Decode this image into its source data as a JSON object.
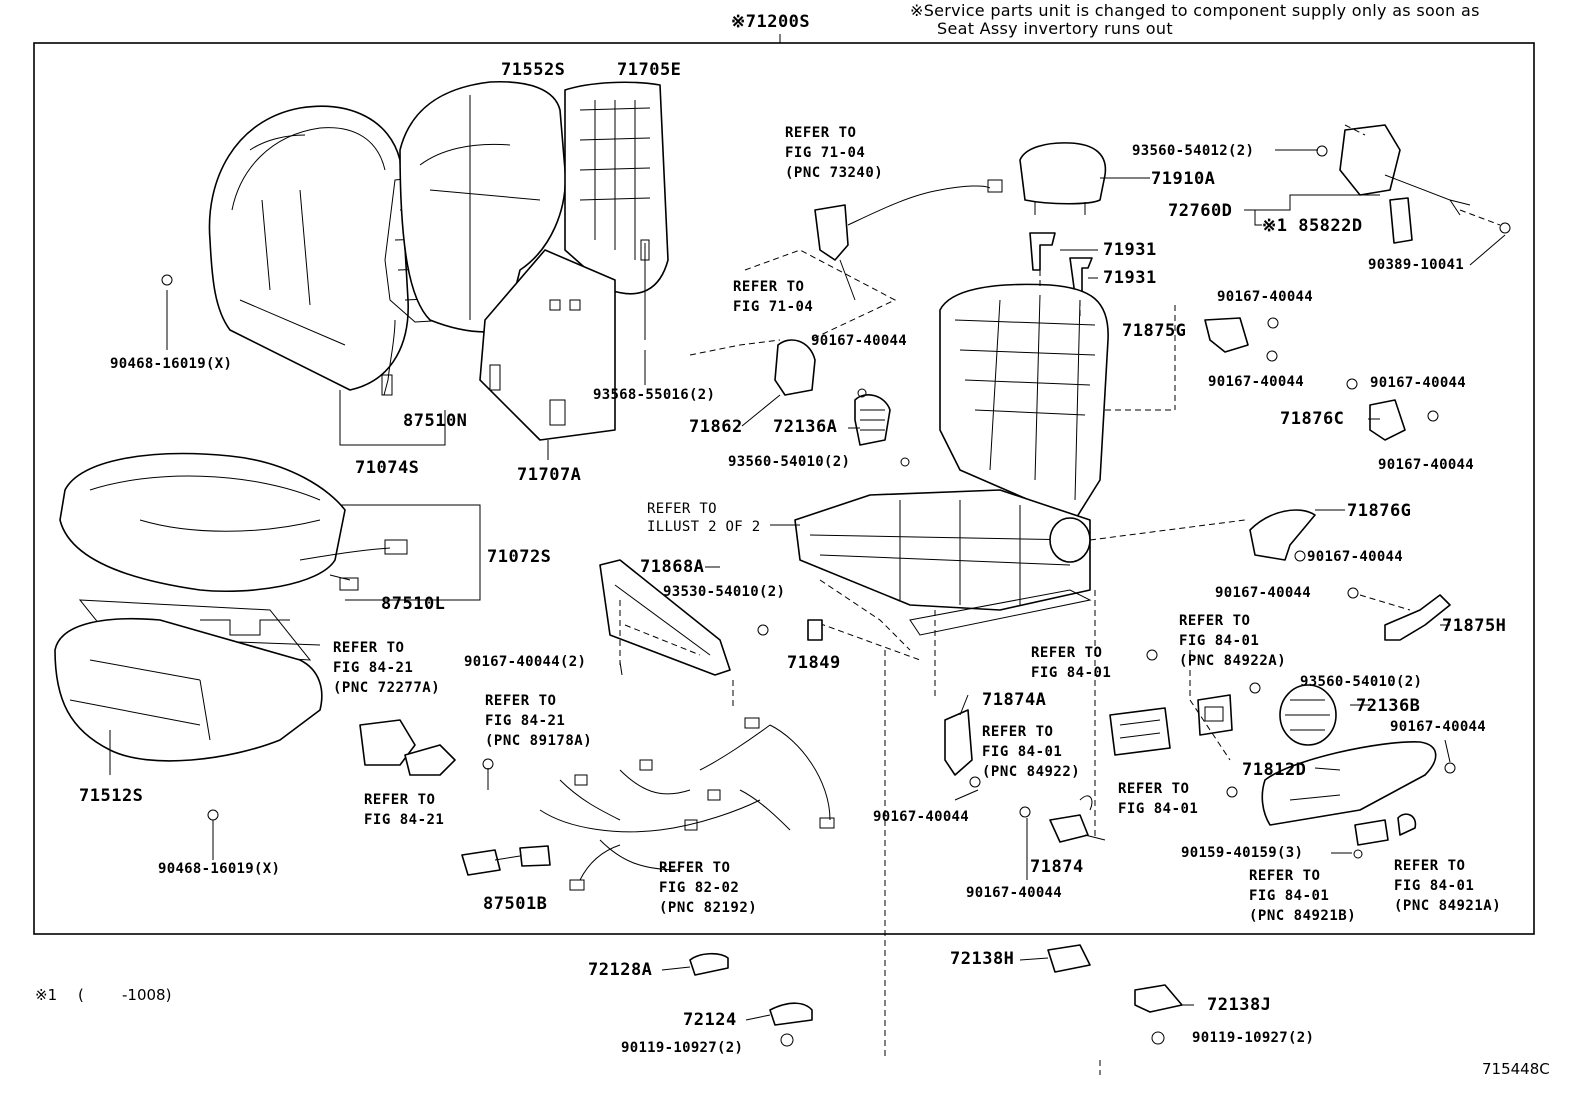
{
  "notice": {
    "line1": "※Service parts unit is changed to component supply only as soon as",
    "line2": "Seat Assy invertory runs out"
  },
  "assembly": "※71200S",
  "footnote": {
    "mark": "※1",
    "open": "(",
    "range": "-1008)"
  },
  "illustration_id": "715448C",
  "parts": {
    "p71552S": "71552S",
    "p71705E": "71705E",
    "p87510N": "87510N",
    "p71074S": "71074S",
    "p71707A": "71707A",
    "p90468a": "90468-16019(X)",
    "p90468b": "90468-16019(X)",
    "p93568": "93568-55016(2)",
    "p71072S": "71072S",
    "p87510L": "87510L",
    "p71512S": "71512S",
    "p71910A": "71910A",
    "p71931a": "71931",
    "p71931b": "71931",
    "p93560_12": "93560-54012(2)",
    "p72760D": "72760D",
    "p85822D": "※1 85822D",
    "p90389": "90389-10041",
    "p90167_a": "90167-40044",
    "p71875G": "71875G",
    "p90167_b": "90167-40044",
    "p90167_c": "90167-40044",
    "p71876C": "71876C",
    "p90167_d": "90167-40044",
    "p90167_e": "90167-40044",
    "p71862": "71862",
    "p72136A": "72136A",
    "p93560_10a": "93560-54010(2)",
    "p71876G": "71876G",
    "p90167_f": "90167-40044",
    "p71868A": "71868A",
    "p93530": "93530-54010(2)",
    "p90167_g": "90167-40044",
    "p71875H": "71875H",
    "p90167_2": "90167-40044(2)",
    "p71849": "71849",
    "p93560_10b": "93560-54010(2)",
    "p72136B": "72136B",
    "p71874A": "71874A",
    "p90167_h": "90167-40044",
    "p71812D": "71812D",
    "p90167_i": "90167-40044",
    "p90167_j": "90167-40044",
    "p71874": "71874",
    "p90159": "90159-40159(3)",
    "p87501B": "87501B",
    "p72128A": "72128A",
    "p72138H": "72138H",
    "p72124": "72124",
    "p72138J": "72138J",
    "p90119a": "90119-10927(2)",
    "p90119b": "90119-10927(2)"
  },
  "refs": {
    "r_fig7104_pnc": {
      "l1": "REFER TO",
      "l2": "FIG 71-04",
      "l3": "(PNC 73240)"
    },
    "r_fig7104": {
      "l1": "REFER TO",
      "l2": "FIG 71-04"
    },
    "r_illust": {
      "l1": "REFER TO",
      "l2": "ILLUST 2 OF 2"
    },
    "r_8421_72277": {
      "l1": "REFER TO",
      "l2": "FIG 84-21",
      "l3": "(PNC 72277A)"
    },
    "r_8421_89178": {
      "l1": "REFER TO",
      "l2": "FIG 84-21",
      "l3": "(PNC 89178A)"
    },
    "r_8421": {
      "l1": "REFER TO",
      "l2": "FIG 84-21"
    },
    "r_8202": {
      "l1": "REFER TO",
      "l2": "FIG 82-02",
      "l3": "(PNC 82192)"
    },
    "r_8401_84922A": {
      "l1": "REFER TO",
      "l2": "FIG 84-01",
      "l3": "(PNC 84922A)"
    },
    "r_8401_a": {
      "l1": "REFER TO",
      "l2": "FIG 84-01"
    },
    "r_8401_84922": {
      "l1": "REFER TO",
      "l2": "FIG 84-01",
      "l3": "(PNC 84922)"
    },
    "r_8401_b": {
      "l1": "REFER TO",
      "l2": "FIG 84-01"
    },
    "r_8401_84921B": {
      "l1": "REFER TO",
      "l2": "FIG 84-01",
      "l3": "(PNC 84921B)"
    },
    "r_8401_84921A": {
      "l1": "REFER TO",
      "l2": "FIG 84-01",
      "l3": "(PNC 84921A)"
    }
  }
}
